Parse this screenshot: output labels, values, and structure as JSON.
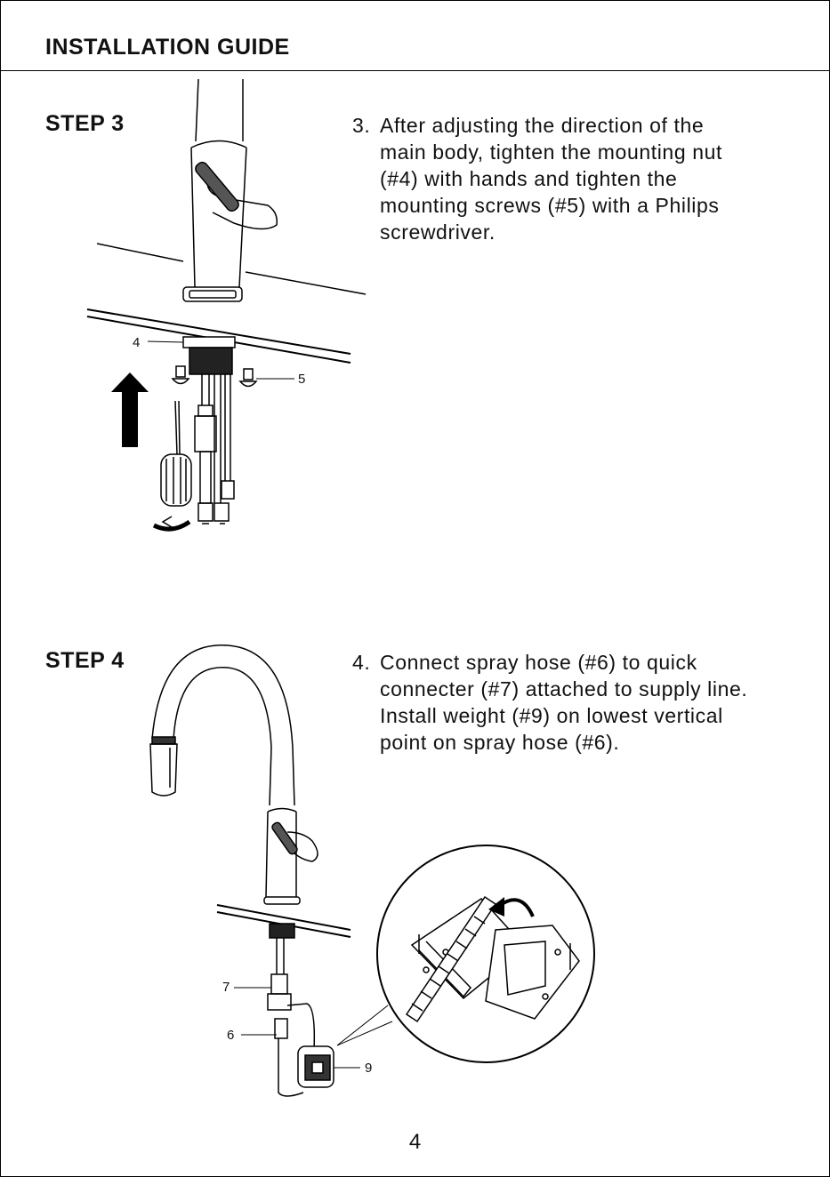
{
  "header": {
    "title": "INSTALLATION GUIDE"
  },
  "steps": [
    {
      "label": "STEP 3",
      "number": "3.",
      "lines": [
        "After adjusting the direction of the",
        "main body, tighten the mounting nut",
        "(#4) with hands and tighten the",
        "mounting screws (#5) with a Philips",
        "screwdriver."
      ],
      "callouts": [
        "4",
        "5"
      ]
    },
    {
      "label": "STEP 4",
      "number": "4.",
      "lines": [
        "Connect spray hose (#6) to quick",
        "connecter (#7) attached to supply line.",
        "Install weight (#9) on lowest vertical",
        "point on spray hose (#6)."
      ],
      "callouts": [
        "7",
        "6",
        "9"
      ]
    }
  ],
  "footer": {
    "page_number": "4"
  }
}
